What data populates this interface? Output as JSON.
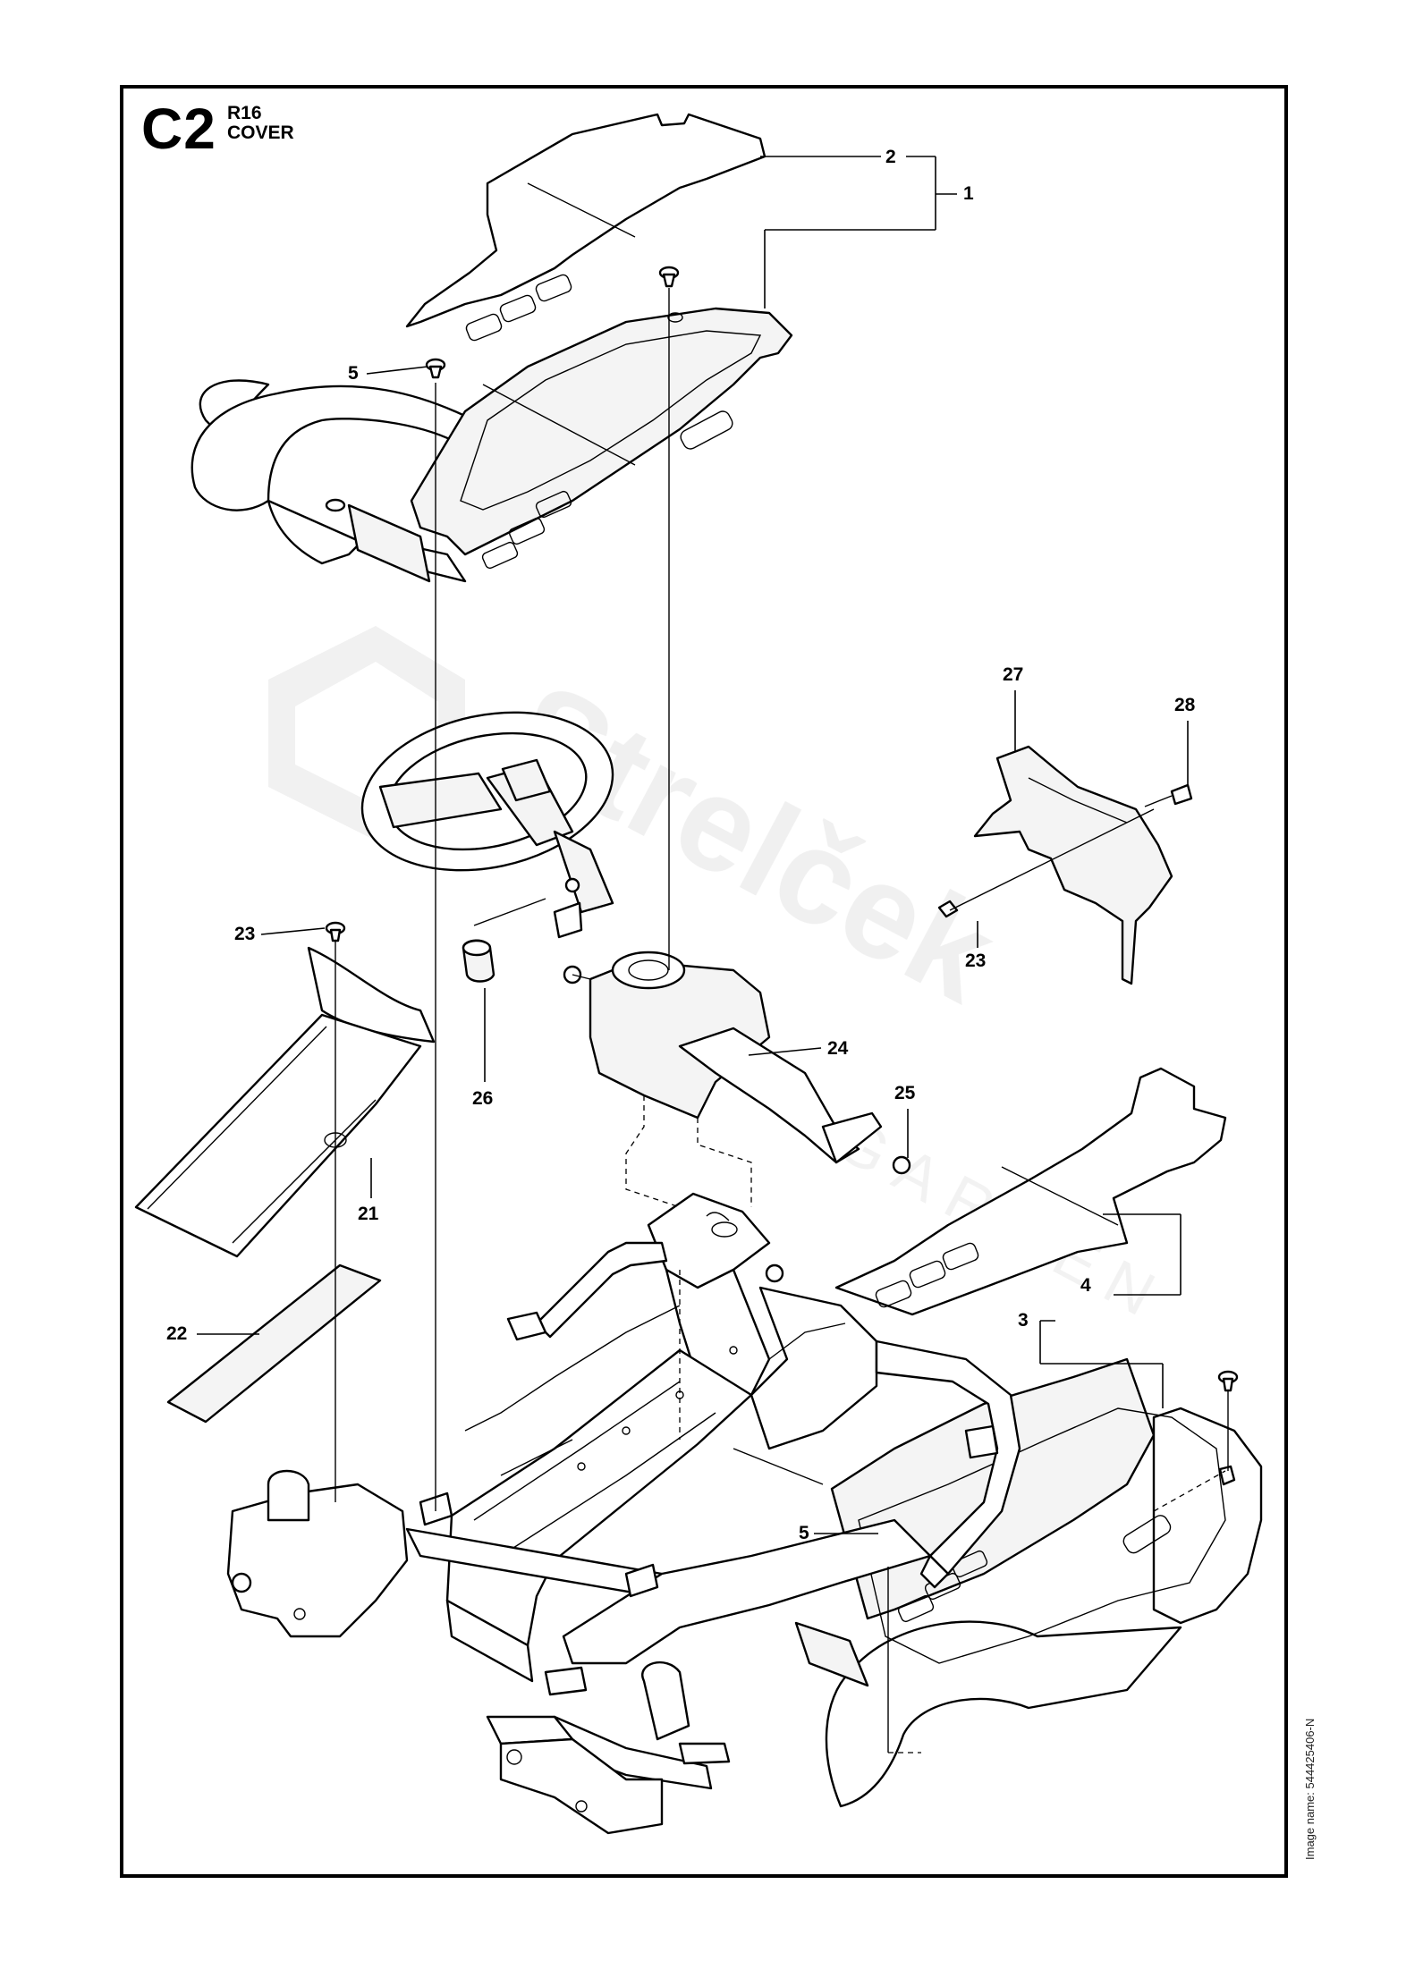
{
  "page_code": "C2",
  "model": "R16",
  "section": "COVER",
  "image_name": "Image name: 544425406-N",
  "watermark": {
    "brand": "Strelček",
    "subtitle": "GARDEN"
  },
  "callouts": [
    {
      "id": "c-2",
      "label": "2"
    },
    {
      "id": "c-1",
      "label": "1"
    },
    {
      "id": "c-5-top",
      "label": "5"
    },
    {
      "id": "c-27",
      "label": "27"
    },
    {
      "id": "c-28",
      "label": "28"
    },
    {
      "id": "c-23-right",
      "label": "23"
    },
    {
      "id": "c-23-left",
      "label": "23"
    },
    {
      "id": "c-24",
      "label": "24"
    },
    {
      "id": "c-26",
      "label": "26"
    },
    {
      "id": "c-25",
      "label": "25"
    },
    {
      "id": "c-21",
      "label": "21"
    },
    {
      "id": "c-4",
      "label": "4"
    },
    {
      "id": "c-3",
      "label": "3"
    },
    {
      "id": "c-22",
      "label": "22"
    },
    {
      "id": "c-5-bottom",
      "label": "5"
    }
  ]
}
